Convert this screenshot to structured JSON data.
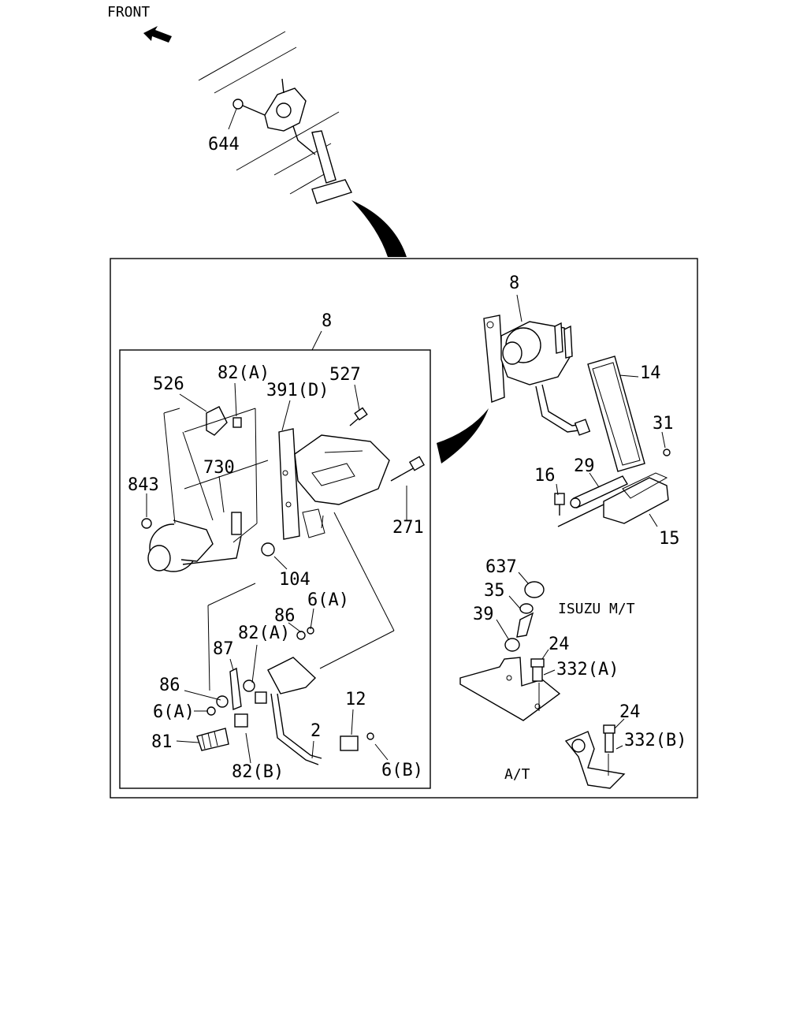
{
  "front_label": "FRONT",
  "labels": {
    "l644": "644",
    "l8_main": "8",
    "l8_box": "8",
    "l526": "526",
    "l82A_top": "82(A)",
    "l527": "527",
    "l391D": "391(D)",
    "l730": "730",
    "l843": "843",
    "l271": "271",
    "l104": "104",
    "l86_mid": "86",
    "l6A_mid": "6(A)",
    "l82A_mid": "82(A)",
    "l87": "87",
    "l86_low": "86",
    "l6A_low": "6(A)",
    "l81": "81",
    "l82B": "82(B)",
    "l2": "2",
    "l12": "12",
    "l6B": "6(B)",
    "l14": "14",
    "l31": "31",
    "l16": "16",
    "l29": "29",
    "l15": "15",
    "l637": "637",
    "l35": "35",
    "l39": "39",
    "l24_mt": "24",
    "l332A": "332(A)",
    "l24_at": "24",
    "l332B": "332(B)"
  },
  "notes": {
    "mt": "ISUZU M/T",
    "at": "A/T"
  }
}
